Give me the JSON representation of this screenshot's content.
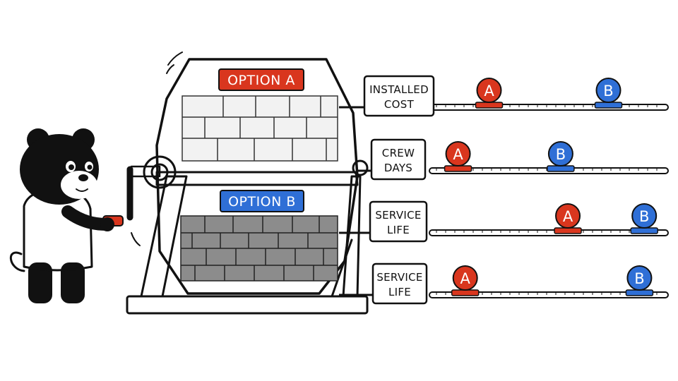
{
  "machine": {
    "option_a_label": "OPTION A",
    "option_b_label": "OPTION B"
  },
  "colors": {
    "option_a": "#d9361e",
    "option_b": "#2f6fd6",
    "ink": "#111111"
  },
  "scales": [
    {
      "label_lines": [
        "INSTALLED",
        "COST"
      ],
      "a_value": 0.25,
      "b_value": 0.75,
      "a_label": "A",
      "b_label": "B"
    },
    {
      "label_lines": [
        "CREW",
        "DAYS"
      ],
      "a_value": 0.12,
      "b_value": 0.55,
      "a_label": "A",
      "b_label": "B"
    },
    {
      "label_lines": [
        "SERVICE",
        "LIFE"
      ],
      "a_value": 0.58,
      "b_value": 0.9,
      "a_label": "A",
      "b_label": "B"
    },
    {
      "label_lines": [
        "SERVICE",
        "LIFE"
      ],
      "a_value": 0.15,
      "b_value": 0.88,
      "a_label": "A",
      "b_label": "B"
    }
  ]
}
